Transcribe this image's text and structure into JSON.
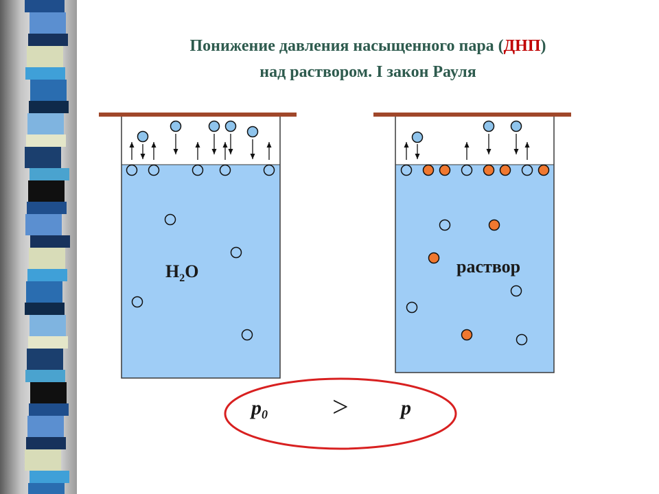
{
  "title": {
    "line1_pre": "Понижение давления насыщенного пара (",
    "line1_highlight": "ДНП",
    "line1_post": ")",
    "line2": "над  раствором. I закон Рауля"
  },
  "labels": {
    "water_main": "H",
    "water_sub": "2",
    "water_tail": "O",
    "solution": "раствор",
    "p0_main": "p",
    "p0_sub": "0",
    "compare_sign": ">",
    "p": "p"
  },
  "colors": {
    "title": "#2e5b4e",
    "highlight": "#c00000",
    "liquid": "#9fcdf6",
    "lid": "#a0472a",
    "solvent_molecule": "#8fc4ec",
    "solute_molecule": "#f07830",
    "ellipse": "#d82020"
  }
}
